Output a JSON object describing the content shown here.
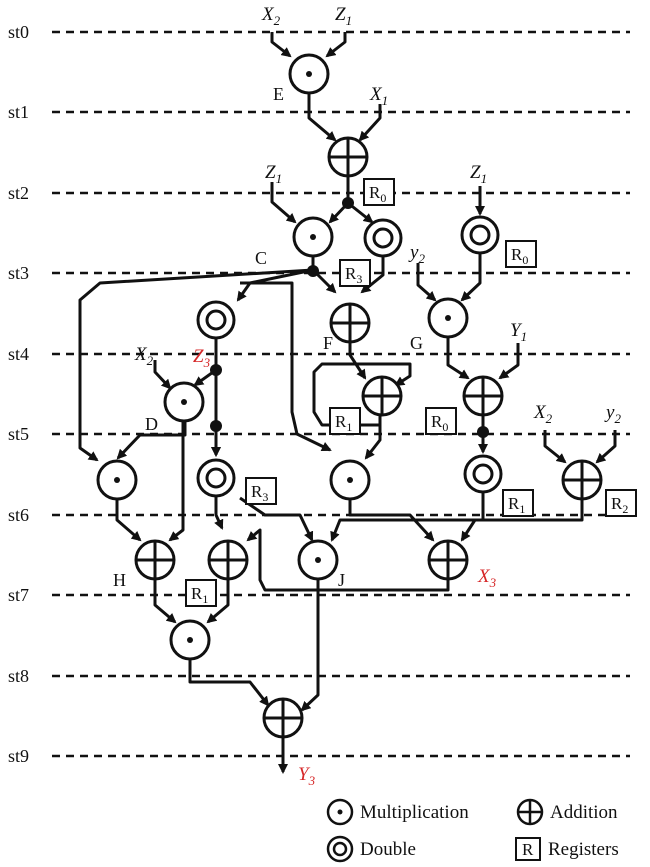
{
  "stages": [
    "st0",
    "st1",
    "st2",
    "st3",
    "st4",
    "st5",
    "st6",
    "st7",
    "st8",
    "st9"
  ],
  "nodes": {
    "E": "E",
    "C": "C",
    "F": "F",
    "G": "G",
    "D": "D",
    "H": "H",
    "J": "J"
  },
  "vars": {
    "x2_top": "X",
    "x2_top_sub": "2",
    "z1_top": "Z",
    "z1_top_sub": "1",
    "x1": "X",
    "x1_sub": "1",
    "z1_a": "Z",
    "z1_a_sub": "1",
    "z1_b": "Z",
    "z1_b_sub": "1",
    "y2_a": "y",
    "y2_a_sub": "2",
    "Y1": "Y",
    "Y1_sub": "1",
    "x2_d": "X",
    "x2_d_sub": "2",
    "z3": "Z",
    "z3_sub": "3",
    "x2_r": "X",
    "x2_r_sub": "2",
    "y2_r": "y",
    "y2_r_sub": "2",
    "x3": "X",
    "x3_sub": "3",
    "y3": "Y",
    "y3_sub": "3"
  },
  "registers": {
    "r0_a": "R",
    "r0_a_sub": "0",
    "r0_b": "R",
    "r0_b_sub": "0",
    "r3_a": "R",
    "r3_a_sub": "3",
    "r1_a": "R",
    "r1_a_sub": "1",
    "r0_c": "R",
    "r0_c_sub": "0",
    "r3_b": "R",
    "r3_b_sub": "3",
    "r1_b": "R",
    "r1_b_sub": "1",
    "r2": "R",
    "r2_sub": "2",
    "r1_c": "R",
    "r1_c_sub": "1"
  },
  "legend": {
    "multiplication": "Multiplication",
    "addition": "Addition",
    "double": "Double",
    "registers": "Registers",
    "register_symbol": "R"
  },
  "colors": {
    "highlight": "#d62728",
    "ink": "#111111"
  }
}
